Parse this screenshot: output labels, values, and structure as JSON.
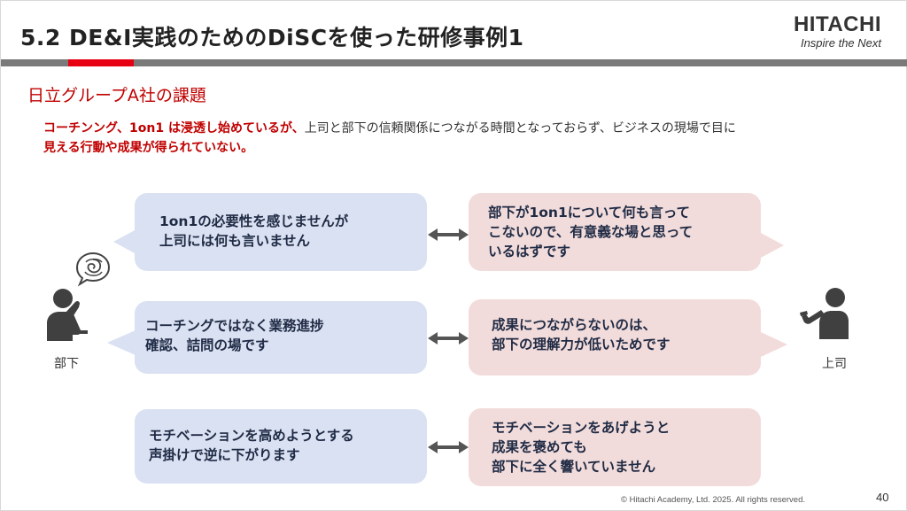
{
  "header": {
    "title": "5.2 DE&I実践のためのDiSCを使った研修事例1",
    "logo_main": "HITACHI",
    "logo_tagline": "Inspire the Next"
  },
  "section": {
    "subtitle": "日立グループA社の課題",
    "lead_highlight_1": "コーチンング、1on1 は浸透し始めているが、",
    "lead_normal": "上司と部下の信頼関係につながる時間となっておらず、ビジネスの現場で目に",
    "lead_highlight_2": "見える行動や成果が得られていない。"
  },
  "dialogues": [
    {
      "subordinate_lines": [
        "1on1の必要性を感じませんが",
        "上司には何も言いません"
      ],
      "manager_lines": [
        "部下が1on1について何も言って",
        "こないので、有意義な場と思って",
        "いるはずです"
      ]
    },
    {
      "subordinate_lines": [
        "コーチングではなく業務進捗",
        "確認、詰問の場です"
      ],
      "manager_lines": [
        "成果につながらないのは、",
        "部下の理解力が低いためです"
      ]
    },
    {
      "subordinate_lines": [
        "モチベーションを高めようとする",
        "声掛けで逆に下がります"
      ],
      "manager_lines": [
        "モチベーションをあげようと",
        "成果を褒めても",
        "部下に全く響いていません"
      ]
    }
  ],
  "people": {
    "subordinate_label": "部下",
    "manager_label": "上司"
  },
  "footer": {
    "copyright": "© Hitachi Academy, Ltd. 2025. All rights reserved.",
    "page_number": "40"
  },
  "colors": {
    "accent_red": "#e60012",
    "text_red": "#c00000",
    "bubble_blue": "#d9e1f2",
    "bubble_pink": "#f2dcdb"
  }
}
